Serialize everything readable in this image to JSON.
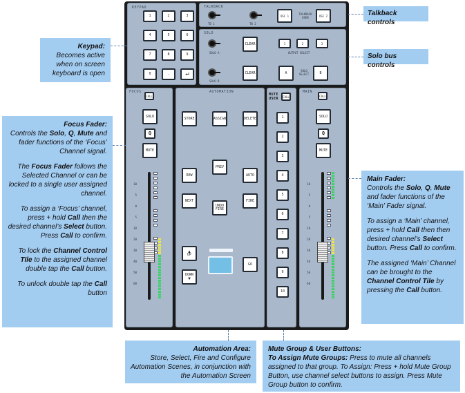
{
  "keypad": {
    "title": "KEYPAD",
    "keys": [
      "1",
      "2",
      "3",
      "4",
      "5",
      "6",
      "7",
      "8",
      "9",
      "0",
      ".",
      "↵"
    ]
  },
  "talkback": {
    "title": "TALKBACK",
    "tb1": "TB 1",
    "tb2": "TB 2",
    "osc1": "OSC 1",
    "osc2": "OSC 2",
    "label": "TALKBACK USER"
  },
  "solo": {
    "title": "SOLO",
    "solo_a": "SOLO A",
    "solo_b": "SOLO B",
    "clear": "CLEAR",
    "output_select": "OUTPUT SELECT",
    "outputs": [
      "1",
      "2",
      "3"
    ],
    "a": "A",
    "b": "B",
    "solo_select": "SOLO SELECT"
  },
  "focus_strip": {
    "title": "FOCUS",
    "call": "CALL",
    "solo": "SOLO",
    "q": "Q",
    "mute": "MUTE"
  },
  "automation": {
    "title": "AUTOMATION",
    "store": "STORE",
    "assign": "ASSIGN",
    "delete": "DELETE",
    "rew": "REW",
    "prev": "PREV",
    "auto": "AUTO",
    "next": "NEXT",
    "undo_fire": "UNDO FIRE",
    "fire": "FIRE",
    "up": "UP",
    "down": "DOWN",
    "go": "GO"
  },
  "mute_strip": {
    "title": "MUTE USER",
    "call": "CALL",
    "buttons": [
      "1",
      "2",
      "3",
      "4",
      "5",
      "6",
      "7",
      "8",
      "9",
      "10"
    ]
  },
  "main_strip": {
    "title": "MAIN",
    "call": "CALL",
    "solo": "SOLO",
    "q": "Q",
    "mute": "MUTE"
  },
  "meter_scale": [
    "10",
    "5",
    "0",
    "5",
    "10",
    "20",
    "30",
    "40",
    "50",
    "60"
  ],
  "callouts": {
    "keypad": {
      "heading": "Keypad:",
      "body": "Becomes active when on screen keyboard is  open"
    },
    "talkback": {
      "heading": "Talkback controls"
    },
    "solo_bus": {
      "heading": "Solo bus controls"
    },
    "focus": {
      "heading": "Focus Fader:",
      "p1_a": "Controls the ",
      "p1_b": "Solo",
      "p1_c": ", ",
      "p1_d": "Q",
      "p1_e": ", ",
      "p1_f": "Mute",
      "p1_g": " and fader functions of the ‘Focus’ Channel signal.",
      "p2_a": "The ",
      "p2_b": "Focus Fader",
      "p2_c": " follows the Selected Channel or can be locked to a single user assigned channel.",
      "p3_a": "To assign a ‘Focus’ channel, press + hold ",
      "p3_b": "Call",
      "p3_c": " then the desired channel’s ",
      "p3_d": "Select",
      "p3_e": " button. Press ",
      "p3_f": "Call",
      "p3_g": " to confirm.",
      "p4_a": "To lock the ",
      "p4_b": "Channel Control TIle",
      "p4_c": " to the assigned channel double tap the ",
      "p4_d": "Call",
      "p4_e": " button.",
      "p5_a": "To unlock double tap the ",
      "p5_b": "Call",
      "p5_c": " button"
    },
    "main": {
      "heading": "Main Fader:",
      "p1_a": "Controls the ",
      "p1_b": "Solo",
      "p1_c": ", ",
      "p1_d": "Q",
      "p1_e": ", ",
      "p1_f": "Mute",
      "p1_g": " and fader functions of the ‘Main’ Fader signal.",
      "p2_a": "To assign a ‘Main’ channel, press + hold ",
      "p2_b": "Call",
      "p2_c": " then then desired channel’s ",
      "p2_d": "Select",
      "p2_e": " button. Press ",
      "p2_f": "Call",
      "p2_g": " to confirm.",
      "p3_a": "The assigned ‘Main’ Channel can be brought to the ",
      "p3_b": "Channel Control Tile",
      "p3_c": " by pressing the ",
      "p3_d": "Call",
      "p3_e": " button."
    },
    "automation": {
      "heading": "Automation Area:",
      "body": "Store, Select, Fire and Configure Automation Scenes, in conjunction with the Automation Screen"
    },
    "mute": {
      "heading": "Mute Group & User Buttons:",
      "sub": "To Assign Mute Groups:",
      "body": " Press to mute all channels assigned to that group. To Assign: Press + hold Mute Group Button, use channel select buttons to assign. Press Mute Group button to confirm."
    }
  },
  "colors": {
    "panel": "#a9b9cb",
    "callout": "#a3ccf1",
    "meter_green": "#3fd16a",
    "meter_yellow": "#e8e64a",
    "screen": "#73bfe6"
  }
}
